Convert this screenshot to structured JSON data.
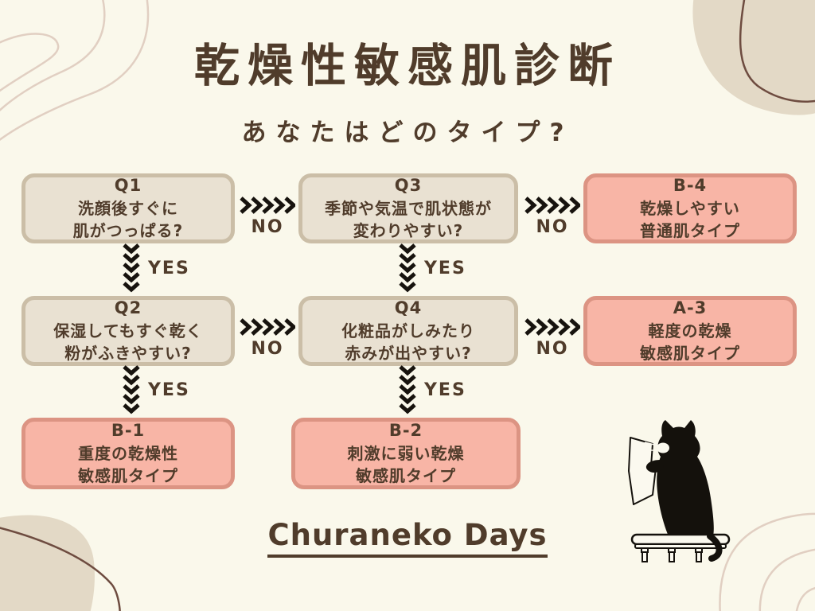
{
  "header": {
    "title": "乾燥性敏感肌診断",
    "subtitle": "あなたはどのタイプ?"
  },
  "flowchart": {
    "nodes": [
      {
        "label": "Q1",
        "kind": "question",
        "lines": [
          "洗顔後すぐに",
          "肌がつっぱる?"
        ]
      },
      {
        "label": "Q3",
        "kind": "question",
        "lines": [
          "季節や気温で肌状態が",
          "変わりやすい?"
        ]
      },
      {
        "label": "B-4",
        "kind": "result",
        "lines": [
          "乾燥しやすい",
          "普通肌タイプ"
        ]
      },
      {
        "label": "Q2",
        "kind": "question",
        "lines": [
          "保湿してもすぐ乾く",
          "粉がふきやすい?"
        ]
      },
      {
        "label": "Q4",
        "kind": "question",
        "lines": [
          "化粧品がしみたり",
          "赤みが出やすい?"
        ]
      },
      {
        "label": "A-3",
        "kind": "result",
        "lines": [
          "軽度の乾燥",
          "敏感肌タイプ"
        ]
      },
      {
        "label": "B-1",
        "kind": "result",
        "lines": [
          "重度の乾燥性",
          "敏感肌タイプ"
        ]
      },
      {
        "label": "B-2",
        "kind": "result",
        "lines": [
          "刺激に弱い乾燥",
          "敏感肌タイプ"
        ]
      }
    ],
    "labels": {
      "yes": "YES",
      "no": "NO"
    }
  },
  "footer": {
    "brand": "Churaneko Days"
  },
  "icons": {
    "cat": "black-cat-reading-paper-on-stool"
  },
  "colors": {
    "bg": "#FAF8EB",
    "text": "#503C2B",
    "question_fill": "#E9E1D2",
    "question_border": "#CBBEA7",
    "result_fill": "#F8B5A6",
    "result_border": "#DC9483",
    "arrow": "#17130E",
    "blob": "#E3D9C6",
    "contour": "#E1CFC2",
    "darkline": "#6E4C40",
    "paper": "#FBF9EF"
  }
}
